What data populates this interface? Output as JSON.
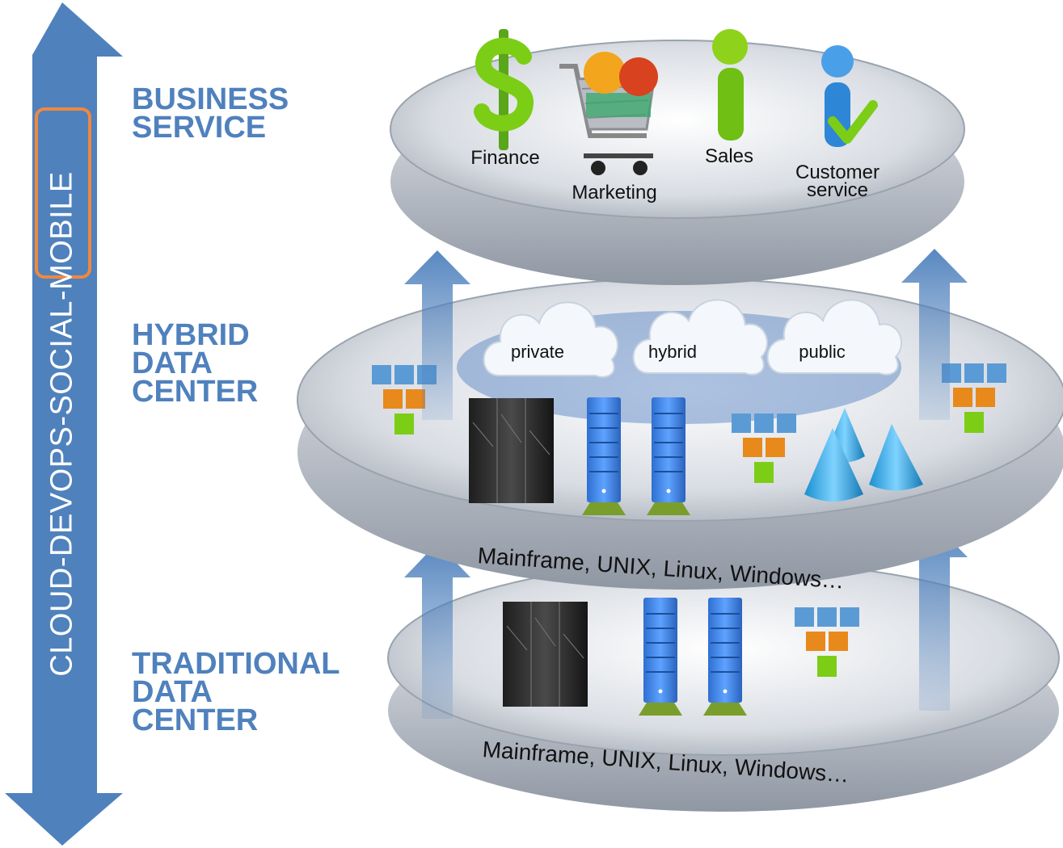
{
  "vertical_axis": {
    "label": "CLOUD-DEVOPS-SOCIAL-MOBILE",
    "highlight": "MOBILE"
  },
  "layers": {
    "business": {
      "title_line1": "BUSINESS",
      "title_line2": "SERVICE"
    },
    "hybrid": {
      "title_line1": "HYBRID",
      "title_line2": "DATA",
      "title_line3": "CENTER"
    },
    "traditional": {
      "title_line1": "TRADITIONAL",
      "title_line2": "DATA",
      "title_line3": "CENTER"
    }
  },
  "business_services": {
    "finance": "Finance",
    "marketing": "Marketing",
    "sales": "Sales",
    "customer_line1": "Customer",
    "customer_line2": "service"
  },
  "clouds": {
    "private": "private",
    "hybrid": "hybrid",
    "public": "public"
  },
  "platforms": {
    "hybrid": "Mainframe, UNIX, Linux, Windows…",
    "traditional": "Mainframe, UNIX, Linux, Windows…"
  },
  "colors": {
    "accent": "#4f81bd",
    "highlight": "#f0883e",
    "disc": "#c9ced6"
  }
}
